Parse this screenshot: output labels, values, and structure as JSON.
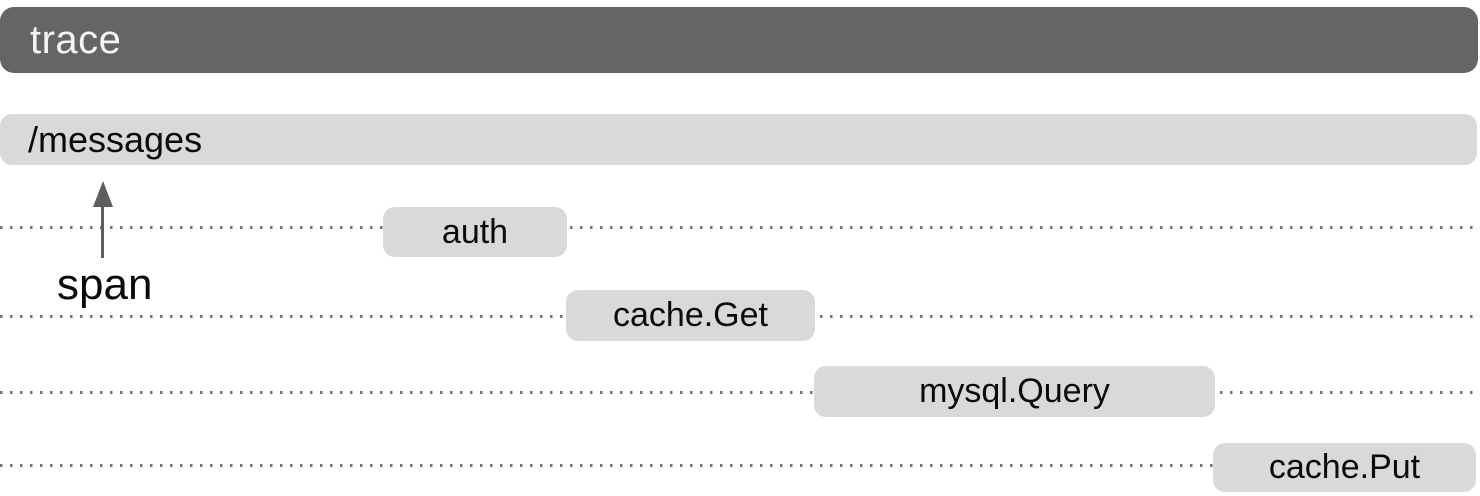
{
  "diagram": {
    "trace_label": "trace",
    "root_span": {
      "label": "/messages"
    },
    "annotation": {
      "label": "span",
      "arrow_icon": "arrow-up-icon"
    },
    "spans": [
      {
        "label": "auth"
      },
      {
        "label": "cache.Get"
      },
      {
        "label": "mysql.Query"
      },
      {
        "label": "cache.Put"
      }
    ],
    "colors": {
      "trace_bar": "#656565",
      "trace_text": "#f5f5f5",
      "span_box": "#d9d9d9",
      "span_text": "#0a0a0a",
      "dotted_line": "#757575",
      "arrow": "#5e5e5e",
      "background": "#ffffff"
    }
  }
}
